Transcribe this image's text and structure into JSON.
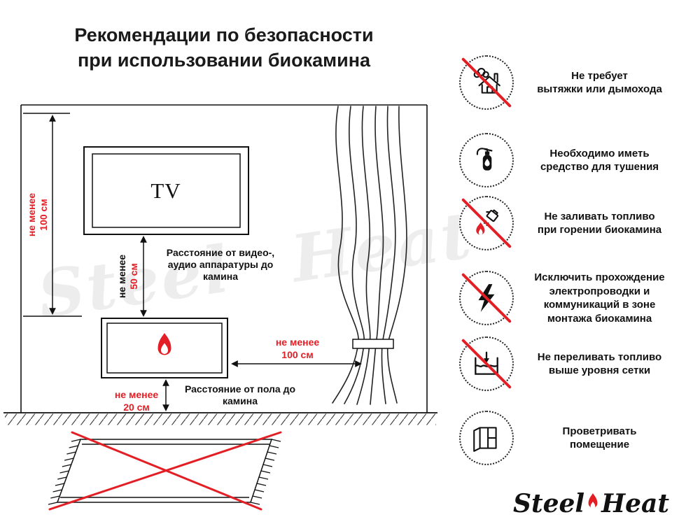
{
  "title": "Рекомендации по безопасности\nпри использовании биокамина",
  "diagram": {
    "tv": "TV",
    "wall_dim": {
      "l1": "не менее",
      "l2": "100 см"
    },
    "tv_dim": {
      "l1": "не менее",
      "l2": "50 см"
    },
    "tv_caption": {
      "l1": "Расстояние от видео-,",
      "l2": "аудио аппаратуры до",
      "l3": "камина"
    },
    "curtain_dim": {
      "l1": "не менее",
      "l2": "100 см"
    },
    "floor_dim": {
      "l1": "не менее",
      "l2": "20 см"
    },
    "floor_caption": {
      "l1": "Расстояние от пола до",
      "l2": "камина"
    },
    "watermark": "Steel Heat"
  },
  "recommendations": [
    {
      "icon": "no-chimney",
      "label": "Не требует\nвытяжки или дымохода"
    },
    {
      "icon": "extinguisher",
      "label": "Необходимо иметь\nсредство для тушения"
    },
    {
      "icon": "no-refuel-while-burning",
      "label": "Не заливать топливо\nпри горении биокамина"
    },
    {
      "icon": "no-electric-wiring",
      "label": "Исключить прохождение\nэлектропроводки и\nкоммуникаций в зоне\nмонтажа биокамина"
    },
    {
      "icon": "no-overfill",
      "label": "Не переливать топливо\nвыше уровня сетки"
    },
    {
      "icon": "ventilate",
      "label": "Проветривать\nпомещение"
    }
  ],
  "logo": {
    "steel": "Steel",
    "heat": "Heat"
  },
  "colors": {
    "accent_red": "#e31e24",
    "ink": "#111111"
  }
}
